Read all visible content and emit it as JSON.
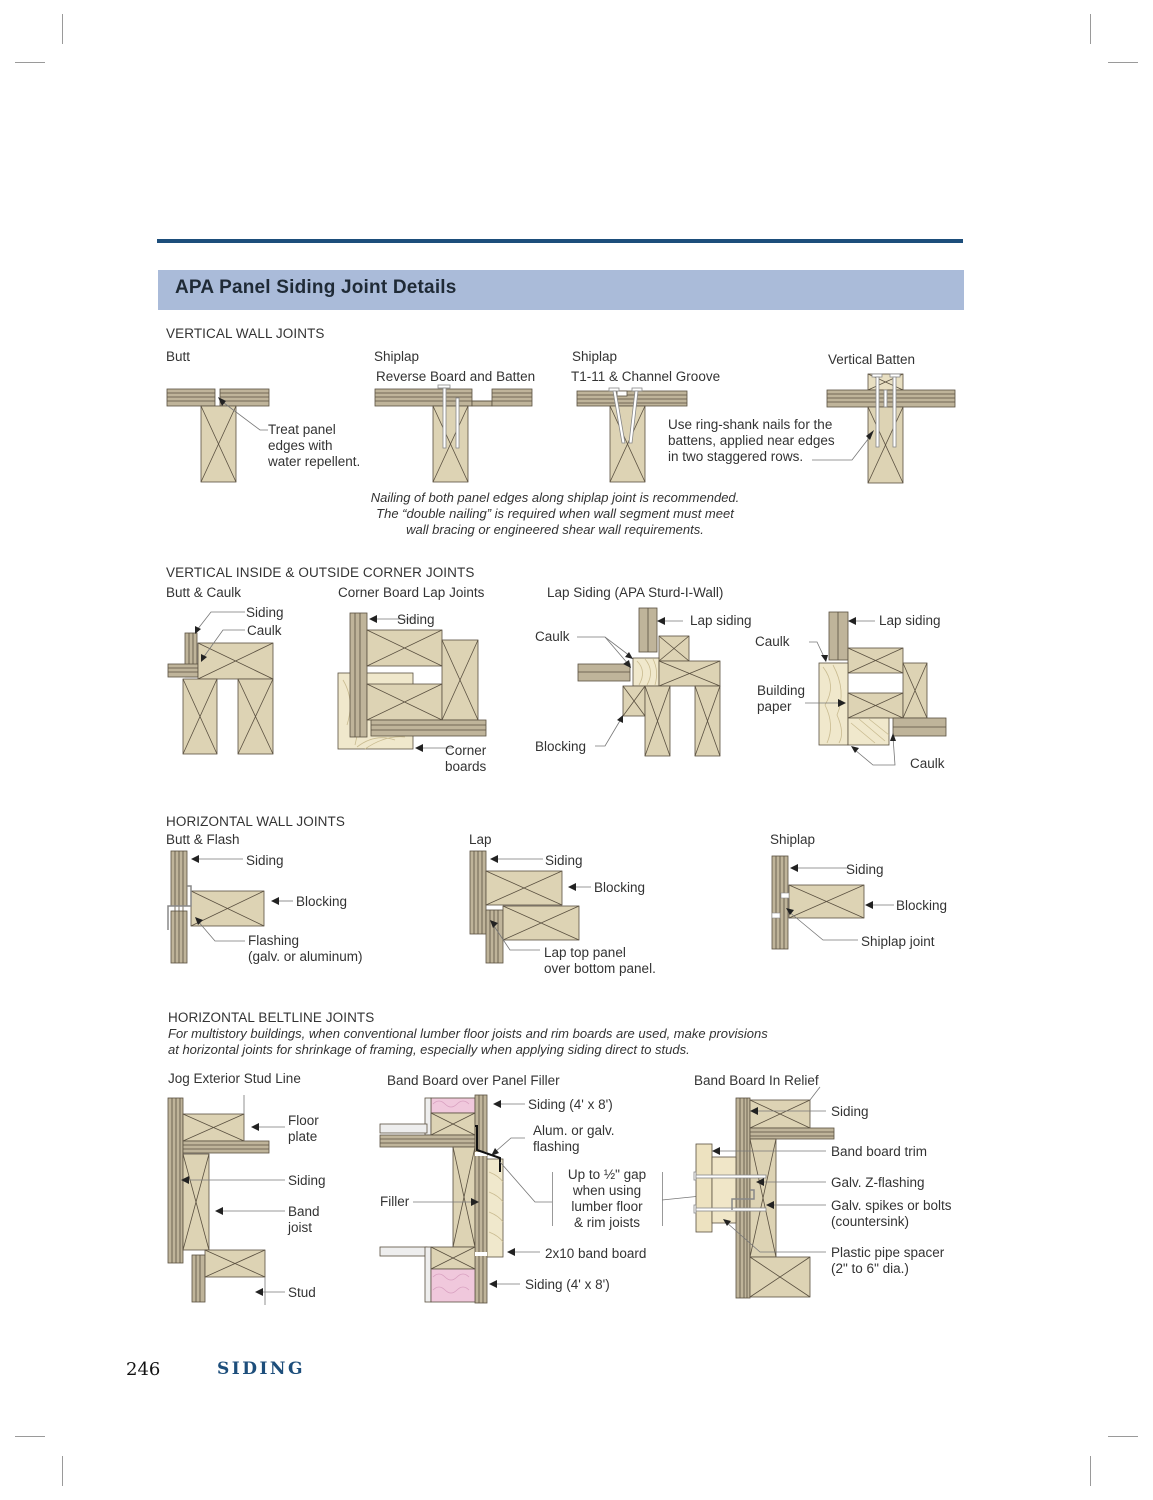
{
  "page": {
    "title": "APA Panel Siding Joint Details",
    "page_number": "246",
    "section_name": "SIDING",
    "colors": {
      "rule": "#1d4e7b",
      "title_band": "#aabbd9",
      "wood": "#ddd3b4",
      "panel": "#bfb49a",
      "line": "#5a5040",
      "insulation": "#f0c8dc"
    }
  },
  "vertical_wall_joints": {
    "heading": "VERTICAL WALL JOINTS",
    "details": [
      {
        "title": "Butt",
        "subtitle": "",
        "callouts": [
          "Treat panel\nedges with\nwater repellent."
        ]
      },
      {
        "title": "Shiplap",
        "subtitle": "Reverse Board and Batten",
        "callouts": []
      },
      {
        "title": "Shiplap",
        "subtitle": "T1-11 & Channel Groove",
        "callouts": []
      },
      {
        "title": "Vertical Batten",
        "subtitle": "",
        "callouts": [
          "Use ring-shank nails for the\nbattens, applied near edges\nin two staggered rows."
        ]
      }
    ],
    "note": "Nailing of both panel edges along shiplap joint is recommended.\nThe “double nailing” is required when wall segment must meet\nwall bracing or engineered shear wall requirements."
  },
  "corner_joints": {
    "heading": "VERTICAL INSIDE & OUTSIDE CORNER JOINTS",
    "details": [
      {
        "title": "Butt & Caulk",
        "callouts": [
          "Siding",
          "Caulk"
        ]
      },
      {
        "title": "Corner Board Lap Joints",
        "callouts": [
          "Siding",
          "Corner\nboards"
        ]
      },
      {
        "title": "Lap Siding (APA Sturd-I-Wall)",
        "callouts": [
          "Lap siding",
          "Caulk",
          "Blocking"
        ]
      },
      {
        "title": "",
        "callouts": [
          "Lap siding",
          "Caulk",
          "Building\npaper",
          "Caulk"
        ]
      }
    ]
  },
  "horizontal_wall_joints": {
    "heading": "HORIZONTAL WALL JOINTS",
    "details": [
      {
        "title": "Butt & Flash",
        "callouts": [
          "Siding",
          "Blocking",
          "Flashing\n(galv. or aluminum)"
        ]
      },
      {
        "title": "Lap",
        "callouts": [
          "Siding",
          "Blocking",
          "Lap top panel\nover bottom panel."
        ]
      },
      {
        "title": "Shiplap",
        "callouts": [
          "Siding",
          "Blocking",
          "Shiplap joint"
        ]
      }
    ]
  },
  "beltline_joints": {
    "heading": "HORIZONTAL BELTLINE JOINTS",
    "note": "For multistory buildings, when conventional lumber floor joists and rim boards are used, make provisions\nat horizontal joints for shrinkage of framing, especially when applying siding direct to studs.",
    "details": [
      {
        "title": "Jog Exterior Stud Line",
        "callouts": [
          "Floor\nplate",
          "Siding",
          "Band\njoist",
          "Stud"
        ]
      },
      {
        "title": "Band Board over Panel Filler",
        "callouts": [
          "Siding (4' x 8')",
          "Alum. or galv.\nflashing",
          "Filler",
          "2x10 band board",
          "Siding (4' x 8')"
        ]
      },
      {
        "title": "Band Board In Relief",
        "callouts": [
          "Siding",
          "Band board trim",
          "Galv. Z-flashing",
          "Galv. spikes or bolts\n(countersink)",
          "Plastic pipe spacer\n(2\" to 6\" dia.)"
        ]
      }
    ],
    "gap_note": "Up to ½\" gap\nwhen using\nlumber floor\n& rim joists"
  }
}
